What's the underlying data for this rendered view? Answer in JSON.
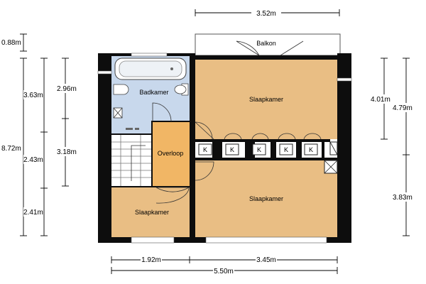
{
  "rooms": {
    "balcony": "Balkon",
    "bathroom": "Badkamer",
    "bedroom_top_right": "Slaapkamer",
    "landing": "Overloop",
    "bedroom_bottom_left": "Slaapkamer",
    "bedroom_bottom_right": "Slaapkamer"
  },
  "closet_label": "K",
  "dimensions": {
    "top_width": "3.52m",
    "balcony_depth": "0.88m",
    "total_depth": "8.72m",
    "left_a": "3.63m",
    "left_b": "2.43m",
    "left_c": "2.41m",
    "left_d": "2.96m",
    "left_e": "3.18m",
    "right_a": "4.01m",
    "right_b": "4.79m",
    "right_c": "3.83m",
    "bottom_left": "1.92m",
    "bottom_right": "3.45m",
    "bottom_total": "5.50m"
  },
  "colors": {
    "wall": "#0d0d0d",
    "room_floor": "#e9be84",
    "landing_floor": "#f1b665",
    "bathroom_floor": "#c8d8ec",
    "balcony_floor": "#ffffff"
  }
}
